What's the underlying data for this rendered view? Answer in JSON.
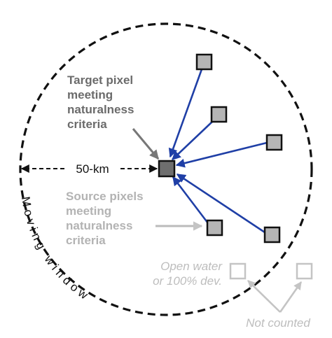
{
  "labels": {
    "target": [
      "Target pixel",
      "meeting",
      "naturalness",
      "criteria"
    ],
    "source": [
      "Source pixels",
      "meeting",
      "naturalness",
      "criteria"
    ],
    "distance": "50-km",
    "open_water": [
      "Open water",
      "or 100% dev."
    ],
    "not_counted": "Not counted",
    "moving_window": "Moving window"
  },
  "colors": {
    "arrow_blue": "#1f3fa6",
    "source_fill": "#b5b5b5",
    "target_fill": "#6e6e6e",
    "excluded_stroke": "#c4c4c4",
    "label_dark": "#6b6b6b",
    "label_light": "#b3b3b3"
  }
}
